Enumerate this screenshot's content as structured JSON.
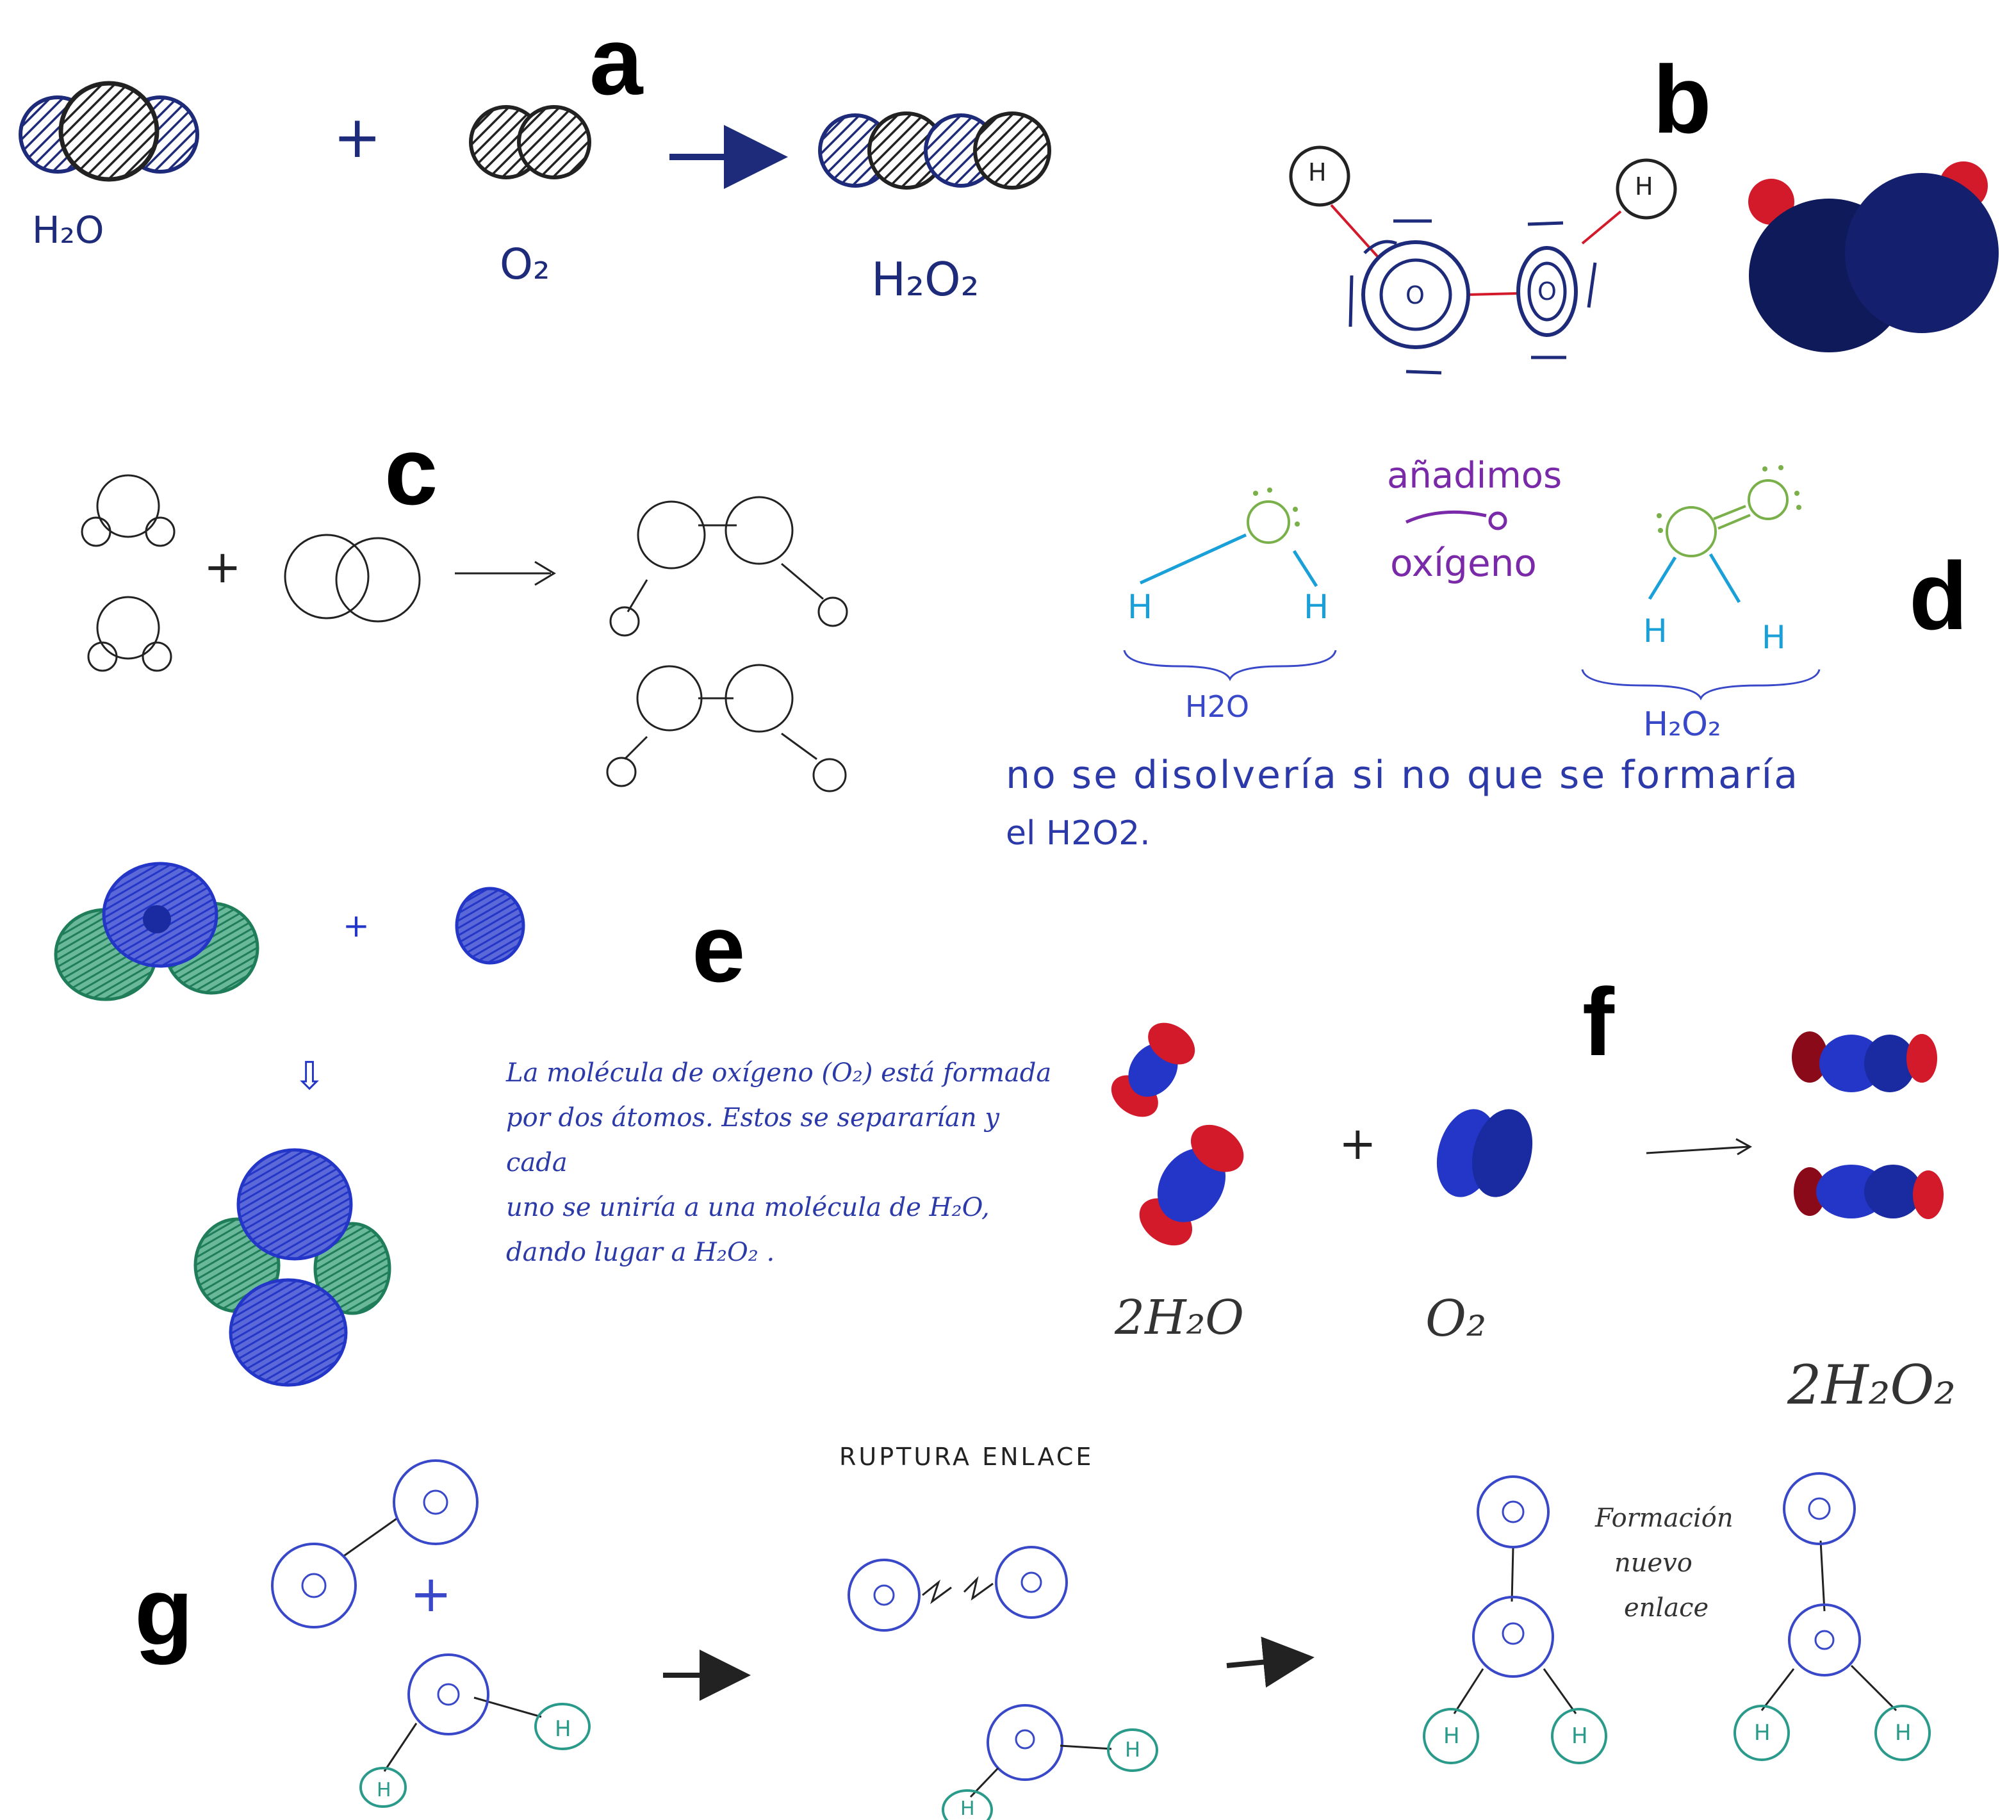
{
  "colors": {
    "navy": "#1e2b7a",
    "blue": "#2336c8",
    "mid_blue": "#3848c8",
    "red": "#d21a2a",
    "green": "#1f7d5a",
    "teal": "#2a9a8a",
    "light_green": "#7ab04a",
    "cyan": "#1aa0d8",
    "purple": "#7a2aa8",
    "black": "#222222"
  },
  "panels": {
    "a": {
      "label": "a",
      "reactant1": "H₂O",
      "plus": "+",
      "reactant2": "O₂",
      "product": "H₂O₂"
    },
    "b": {
      "label": "b",
      "atom_h": "H",
      "atom_o": "O"
    },
    "c": {
      "label": "c",
      "plus": "+"
    },
    "d": {
      "label": "d",
      "arrow_text_top": "añadimos",
      "arrow_text_bottom": "oxígeno",
      "atom_h": "H",
      "left_formula": "H2O",
      "right_formula": "H₂O₂",
      "sentence_line1": "no se disolvería si no que se formaría",
      "sentence_line2": "el H2O2."
    },
    "e": {
      "label": "e",
      "plus": "+",
      "arrow": "⇩",
      "note_line1": "La molécula de oxígeno (O₂) está formada",
      "note_line2": "por dos átomos. Estos se separarían y cada",
      "note_line3": "uno se uniría a una molécula de H₂O,",
      "note_line4": "dando lugar a H₂O₂ ."
    },
    "f": {
      "label": "f",
      "plus": "+",
      "reactant1": "2H₂O",
      "reactant2": "O₂",
      "product": "2H₂O₂"
    },
    "g": {
      "label": "g",
      "plus": "+",
      "atom_o": "O",
      "atom_h": "H",
      "break_label": "RUPTURA ENLACE",
      "form_line1": "Formación",
      "form_line2": "nuevo",
      "form_line3": "enlace"
    }
  }
}
